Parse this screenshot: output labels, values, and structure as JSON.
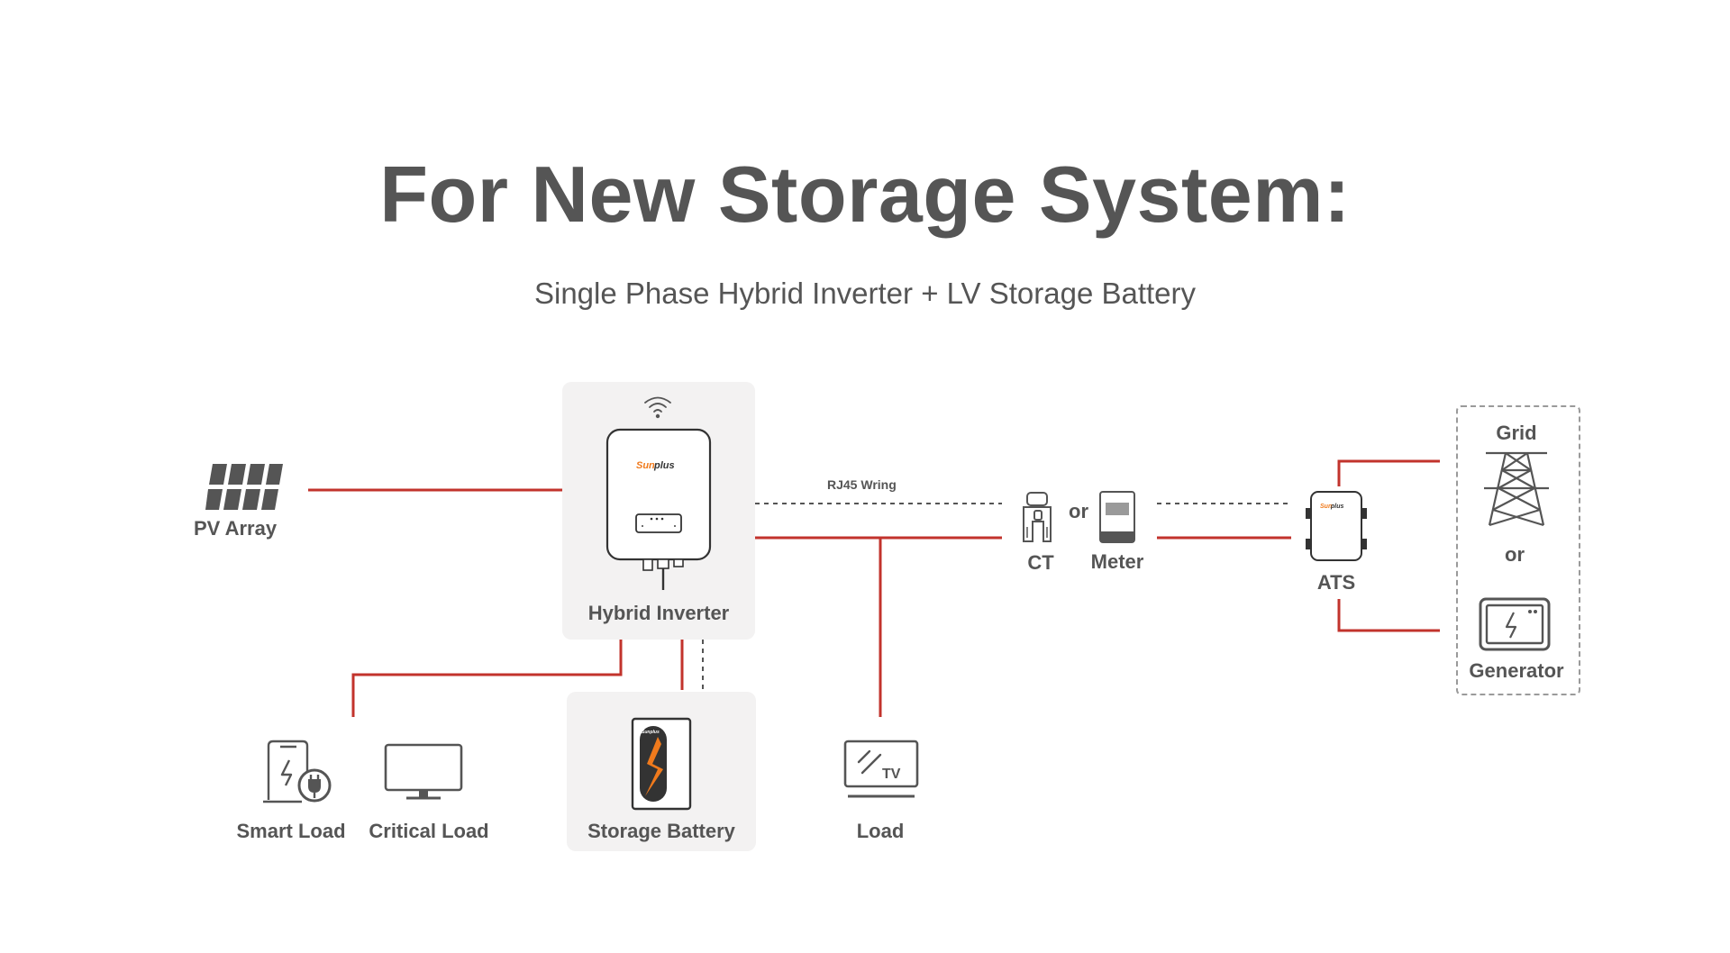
{
  "header": {
    "title": "For New Storage System:",
    "subtitle": "Single Phase Hybrid Inverter + LV Storage Battery"
  },
  "nodes": {
    "pv_array": "PV Array",
    "hybrid_inverter": "Hybrid Inverter",
    "storage_battery": "Storage Battery",
    "smart_load": "Smart Load",
    "critical_load": "Critical Load",
    "load": "Load",
    "ct": "CT",
    "meter": "Meter",
    "ats": "ATS",
    "grid": "Grid",
    "generator": "Generator"
  },
  "connectors": {
    "ct_meter_or": "or",
    "grid_generator_or": "or",
    "rj45": "RJ45 Wring"
  },
  "icons": {
    "tv_text": "TV"
  },
  "colors": {
    "power_line": "#c2332c",
    "comm_line": "#555555",
    "icon": "#555555",
    "battery_accent": "#f07a1c"
  }
}
